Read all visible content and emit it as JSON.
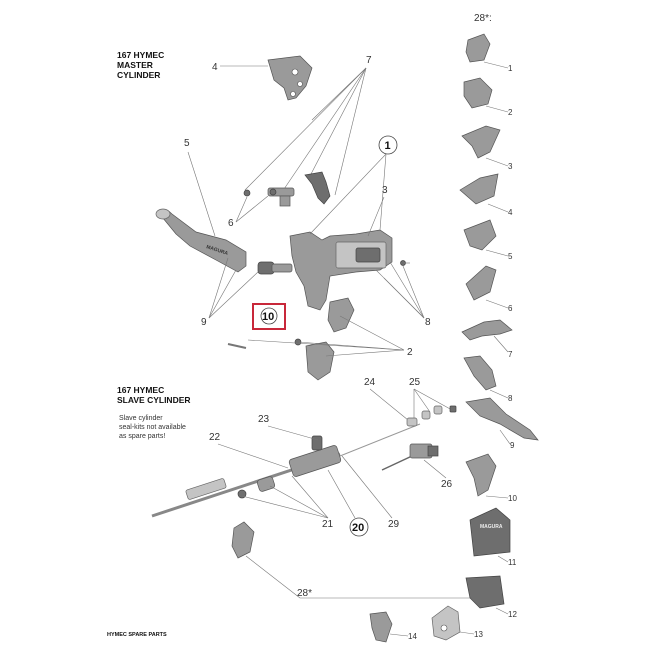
{
  "master_title": [
    "167 HYMEC",
    "MASTER",
    "CYLINDER"
  ],
  "slave_title": [
    "167 HYMEC",
    "SLAVE CYLINDER"
  ],
  "slave_note": [
    "Slave cylinder",
    "seal-kits not available",
    "as spare parts!"
  ],
  "footer": "HYMEC SPARE PARTS",
  "kit_header": "28*:",
  "kit_bottom_label": "28*",
  "callouts": {
    "c1": "1",
    "c2": "2",
    "c3": "3",
    "c4": "4",
    "c5": "5",
    "c6": "6",
    "c7": "7",
    "c8": "8",
    "c9": "9",
    "c10": "10",
    "c20": "20",
    "c21": "21",
    "c22": "22",
    "c23": "23",
    "c24": "24",
    "c25": "25",
    "c26": "26",
    "c29": "29"
  },
  "kit_items": [
    "1",
    "2",
    "3",
    "4",
    "5",
    "6",
    "7",
    "8",
    "9",
    "10",
    "11",
    "12",
    "13",
    "14"
  ],
  "highlight_color": "#c8283a",
  "brand_text": "MAGURA"
}
